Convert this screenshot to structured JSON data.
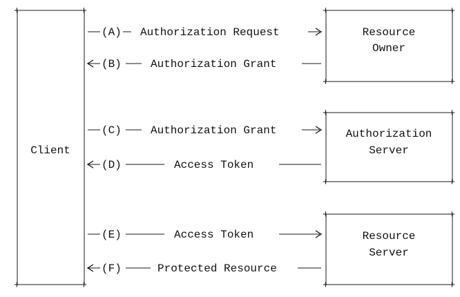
{
  "client": {
    "label": "Client"
  },
  "resource_owner": {
    "line1": "Resource",
    "line2": "Owner"
  },
  "authorization_server": {
    "line1": "Authorization",
    "line2": "Server"
  },
  "resource_server": {
    "line1": "Resource",
    "line2": "Server"
  },
  "flows": {
    "a": {
      "tag": "(A)",
      "label": "Authorization Request"
    },
    "b": {
      "tag": "(B)",
      "label": "Authorization Grant"
    },
    "c": {
      "tag": "(C)",
      "label": "Authorization Grant"
    },
    "d": {
      "tag": "(D)",
      "label": "Access Token"
    },
    "e": {
      "tag": "(E)",
      "label": "Access Token"
    },
    "f": {
      "tag": "(F)",
      "label": "Protected Resource"
    }
  }
}
